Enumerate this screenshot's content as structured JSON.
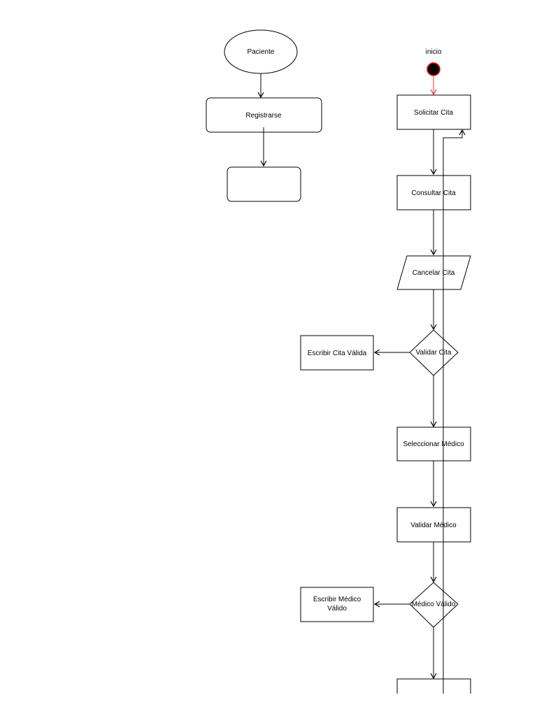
{
  "patient_flow": {
    "start_label": "Paciente",
    "register_label": "Registrarse",
    "empty_box_label": ""
  },
  "main_flow": {
    "start_label": "inicio",
    "request_label": "Solicitar Cita",
    "consult_label": "Consultar Cita",
    "cancel_label": "Cancelar Cita",
    "validate_label": "Validar Cita",
    "valid_appointment_label": "Escribir Cita Válida",
    "select_doctor_label": "Seleccionar Médico",
    "validate_doctor_label": "Validar Médico",
    "doctor_valid_label": "Médico Válido",
    "valid_doctor_line1": "Escribir Médico",
    "valid_doctor_line2": "Válido"
  },
  "colors": {
    "start_node_fill": "#000000",
    "start_node_stroke": "#ff0000",
    "start_arrow": "#ff3333",
    "line": "#000000"
  }
}
